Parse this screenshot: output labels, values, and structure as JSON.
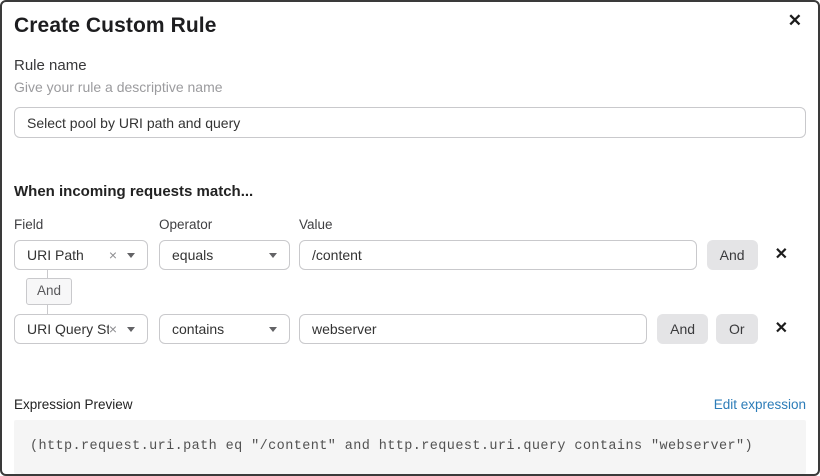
{
  "modal": {
    "title": "Create Custom Rule"
  },
  "icons": {
    "close": "✕",
    "remove": "✕",
    "clear_selection": "×"
  },
  "rule_name": {
    "label": "Rule name",
    "hint": "Give your rule a descriptive name",
    "value": "Select pool by URI path and query"
  },
  "match": {
    "heading": "When incoming requests match...",
    "columns": {
      "field": "Field",
      "operator": "Operator",
      "value": "Value"
    },
    "connector_label": "And",
    "rows": [
      {
        "field": "URI Path",
        "operator": "equals",
        "value": "/content",
        "buttons": [
          "And"
        ]
      },
      {
        "field": "URI Query St...",
        "operator": "contains",
        "value": "webserver",
        "buttons": [
          "And",
          "Or"
        ]
      }
    ]
  },
  "preview": {
    "label": "Expression Preview",
    "edit_link": "Edit expression",
    "expression": "(http.request.uri.path eq \"/content\" and http.request.uri.query contains \"webserver\")"
  },
  "colors": {
    "link": "#2c7cb8",
    "logic_button_bg": "#e4e4e6",
    "code_bg": "#f5f5f5",
    "border": "#c9c9cc"
  }
}
